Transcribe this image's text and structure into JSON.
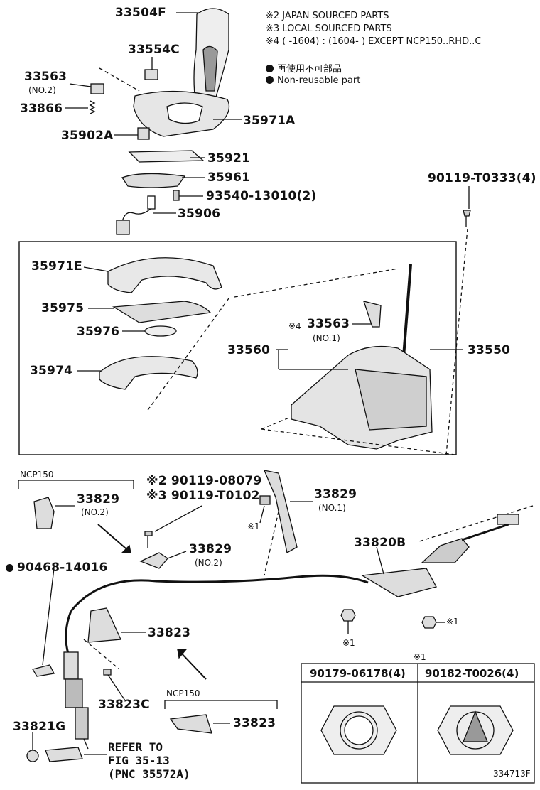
{
  "legend": {
    "line1": "※2 JAPAN SOURCED PARTS",
    "line2": "※3 LOCAL SOURCED PARTS",
    "line3": "※4 (      -1604) : (1604-       ) EXCEPT NCP150..RHD..C",
    "line4": "再使用不可部品",
    "line5": "Non-reusable part"
  },
  "parts": {
    "p33504F": "33504F",
    "p33554C": "33554C",
    "p33563_top": "33563",
    "p33563_top_sub": "(NO.2)",
    "p33866": "33866",
    "p35971A": "35971A",
    "p35902A": "35902A",
    "p35921": "35921",
    "p35961": "35961",
    "p93540": "93540-13010(2)",
    "p35906": "35906",
    "p90119_T0333": "90119-T0333(4)",
    "p35971E": "35971E",
    "p35975": "35975",
    "p35976": "35976",
    "p35974": "35974",
    "p33563_box_prefix": "※4",
    "p33563_box": "33563",
    "p33563_box_sub": "(NO.1)",
    "p33560": "33560",
    "p33550": "33550",
    "ncp150_a": "NCP150",
    "p33829_a": "33829",
    "p33829_a_sub": "(NO.2)",
    "p90119_08079": "※2 90119-08079",
    "p90119_T0102": "※3 90119-T0102",
    "p33829_b": "33829",
    "p33829_b_sub": "(NO.2)",
    "p33829_c": "33829",
    "p33829_c_sub": "(NO.1)",
    "mark1_a": "※1",
    "p33820B": "33820B",
    "p90468": "90468-14016",
    "p33823": "33823",
    "p33823C": "33823C",
    "ncp150_b": "NCP150",
    "p33823_b": "33823",
    "p33821G": "33821G",
    "refer1": "REFER TO",
    "refer2": "FIG 35-13",
    "refer3": "(PNC 35572A)",
    "mark1_b": "※1",
    "mark1_c": "※1"
  },
  "table": {
    "title": "※1",
    "col1": "90179-06178(4)",
    "col2": "90182-T0026(4)"
  },
  "diagram_id": "334713F"
}
